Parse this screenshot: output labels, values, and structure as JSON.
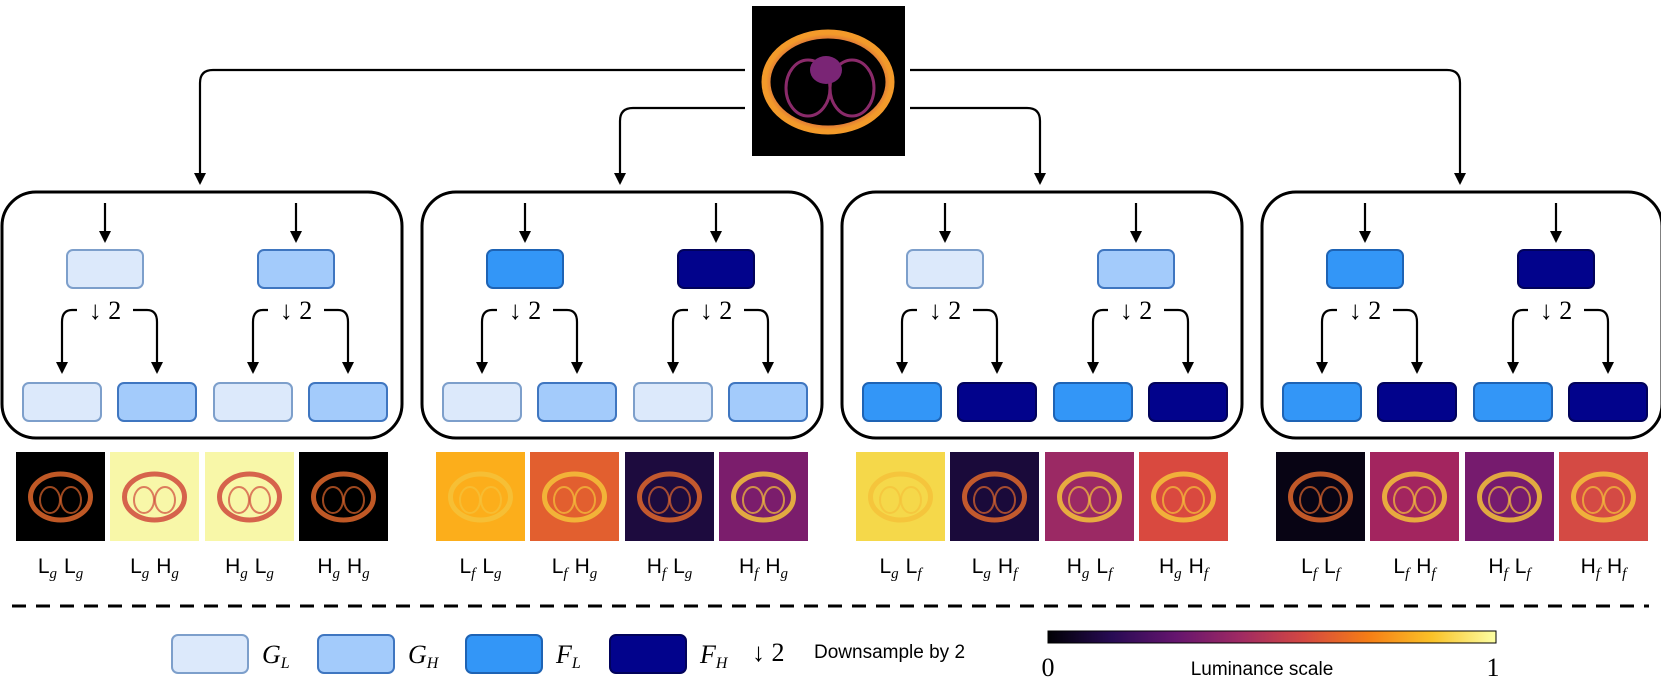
{
  "colors": {
    "GL": {
      "fill": "#dce9fb",
      "stroke": "#7d9fcb"
    },
    "GH": {
      "fill": "#a3cbfb",
      "stroke": "#3f76c0"
    },
    "FL": {
      "fill": "#3396f7",
      "stroke": "#1e63b4"
    },
    "FH": {
      "fill": "#02038c",
      "stroke": "#01025a"
    }
  },
  "down_label": "↓ 2",
  "groups": [
    {
      "first_level": [
        "GL",
        "GH"
      ],
      "second_level": [
        "GL",
        "GH",
        "GL",
        "GH"
      ],
      "thumb_bg": [
        "#000000",
        "#f8f7a8",
        "#f8f7a8",
        "#000000"
      ],
      "labels": [
        {
          "a": "L",
          "as": "g",
          "b": "L",
          "bs": "g"
        },
        {
          "a": "L",
          "as": "g",
          "b": "H",
          "bs": "g"
        },
        {
          "a": "H",
          "as": "g",
          "b": "L",
          "bs": "g"
        },
        {
          "a": "H",
          "as": "g",
          "b": "H",
          "bs": "g"
        }
      ]
    },
    {
      "first_level": [
        "FL",
        "FH"
      ],
      "second_level": [
        "GL",
        "GH",
        "GL",
        "GH"
      ],
      "thumb_bg": [
        "#fcae1b",
        "#e25f2f",
        "#1d0b3e",
        "#7b1d6c"
      ],
      "labels": [
        {
          "a": "L",
          "as": "f",
          "b": "L",
          "bs": "g"
        },
        {
          "a": "L",
          "as": "f",
          "b": "H",
          "bs": "g"
        },
        {
          "a": "H",
          "as": "f",
          "b": "L",
          "bs": "g"
        },
        {
          "a": "H",
          "as": "f",
          "b": "H",
          "bs": "g"
        }
      ]
    },
    {
      "first_level": [
        "GL",
        "GH"
      ],
      "second_level": [
        "FL",
        "FH",
        "FL",
        "FH"
      ],
      "thumb_bg": [
        "#f5d84a",
        "#1a0a3a",
        "#9b2964",
        "#d9493f"
      ],
      "labels": [
        {
          "a": "L",
          "as": "g",
          "b": "L",
          "bs": "f"
        },
        {
          "a": "L",
          "as": "g",
          "b": "H",
          "bs": "f"
        },
        {
          "a": "H",
          "as": "g",
          "b": "L",
          "bs": "f"
        },
        {
          "a": "H",
          "as": "g",
          "b": "H",
          "bs": "f"
        }
      ]
    },
    {
      "first_level": [
        "FL",
        "FH"
      ],
      "second_level": [
        "FL",
        "FH",
        "FL",
        "FH"
      ],
      "thumb_bg": [
        "#080414",
        "#a3255f",
        "#761b6e",
        "#d44a44"
      ],
      "labels": [
        {
          "a": "L",
          "as": "f",
          "b": "L",
          "bs": "f"
        },
        {
          "a": "L",
          "as": "f",
          "b": "H",
          "bs": "f"
        },
        {
          "a": "H",
          "as": "f",
          "b": "L",
          "bs": "f"
        },
        {
          "a": "H",
          "as": "f",
          "b": "H",
          "bs": "f"
        }
      ]
    }
  ],
  "legend": {
    "items": [
      {
        "key": "GL",
        "symbol": "G",
        "sub": "L"
      },
      {
        "key": "GH",
        "symbol": "G",
        "sub": "H"
      },
      {
        "key": "FL",
        "symbol": "F",
        "sub": "L"
      },
      {
        "key": "FH",
        "symbol": "F",
        "sub": "H"
      }
    ],
    "down_symbol": "↓ 2",
    "down_text": "Downsample by 2",
    "scale_title": "Luminance scale",
    "scale_min": "0",
    "scale_max": "1",
    "scale_stops": [
      "#000004",
      "#280b54",
      "#65156e",
      "#9f2a63",
      "#d44842",
      "#f57d15",
      "#fac228",
      "#fcffa4"
    ]
  }
}
